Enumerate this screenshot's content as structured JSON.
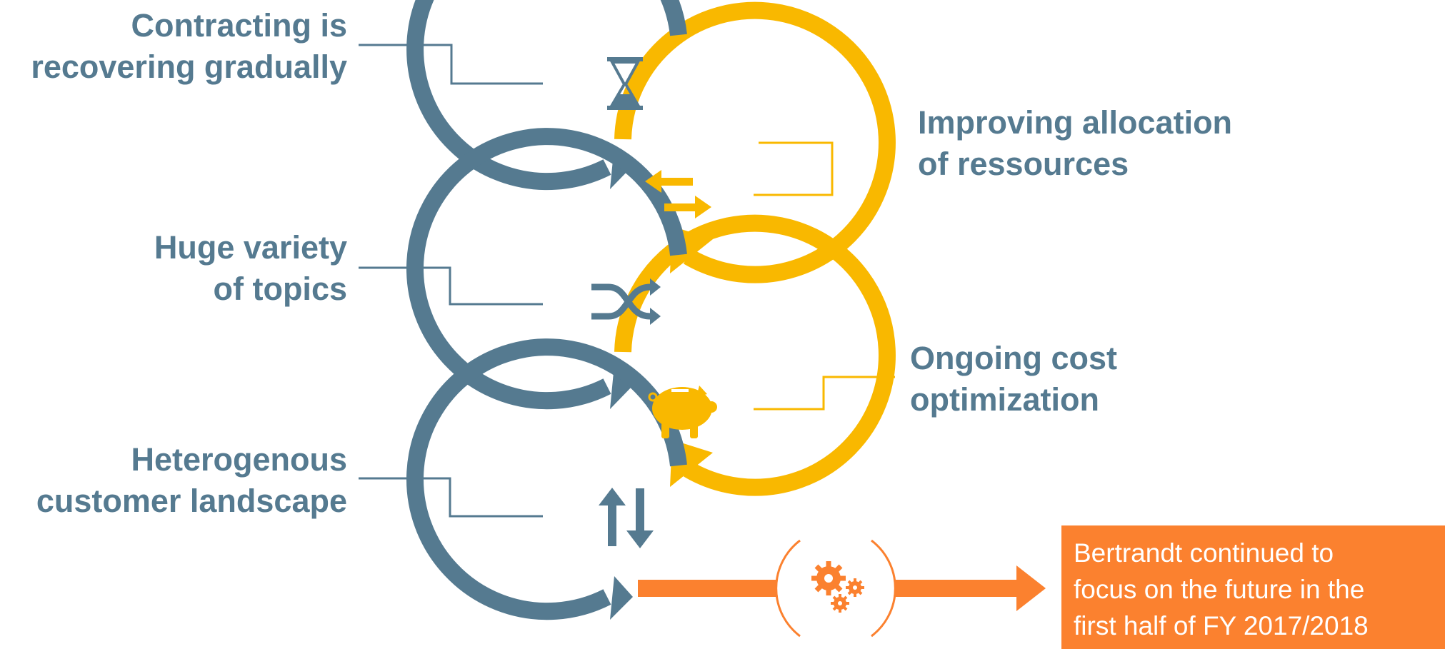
{
  "colors": {
    "blue": "#557a90",
    "yellow": "#f9b800",
    "orange": "#fb812f",
    "white": "#ffffff"
  },
  "left_items": [
    {
      "line1": "Contracting is",
      "line2": "recovering gradually",
      "icon": "hourglass-icon"
    },
    {
      "line1": "Huge variety",
      "line2": "of topics",
      "icon": "shuffle-icon"
    },
    {
      "line1": "Heterogenous",
      "line2": "customer landscape",
      "icon": "up-down-arrows-icon"
    }
  ],
  "right_items": [
    {
      "line1": "Improving allocation",
      "line2": "of ressources",
      "icon": "left-right-arrows-icon"
    },
    {
      "line1": "Ongoing cost",
      "line2": "optimization",
      "icon": "piggy-bank-icon"
    }
  ],
  "result": {
    "line1": "Bertrandt continued to",
    "line2": "focus on the future in the",
    "line3": "first half of FY 2017/2018",
    "icon": "gears-icon"
  }
}
